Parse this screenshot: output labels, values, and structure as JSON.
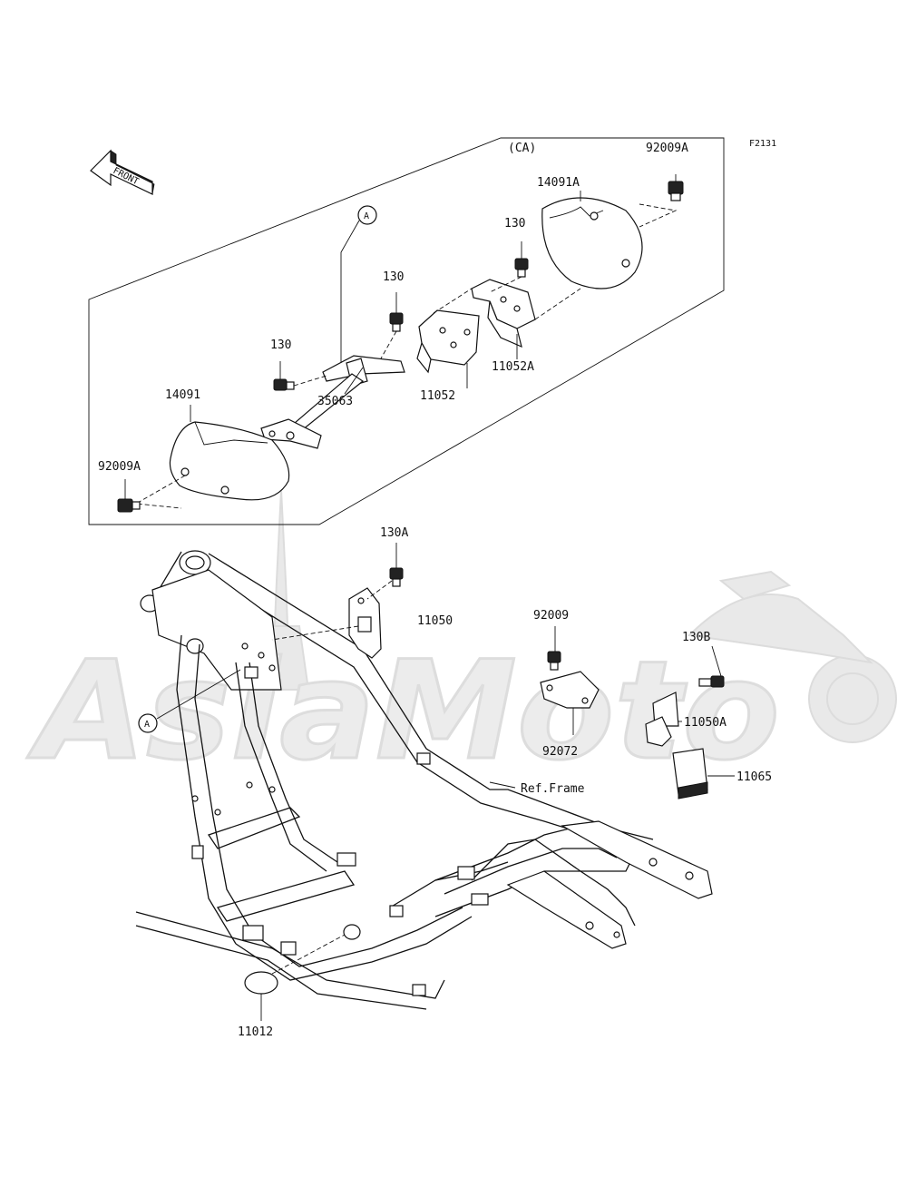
{
  "figure_code": "F2131",
  "front_label": "FRONT",
  "variant_label": "(CA)",
  "watermark": {
    "brand": "AsiaMoto"
  },
  "ref_marker": "A",
  "parts": {
    "p92009A_top": "92009A",
    "p14091A": "14091A",
    "p130_right": "130",
    "p130_mid": "130",
    "p130_left": "130",
    "p35063": "35063",
    "p11052": "11052",
    "p11052A": "11052A",
    "p14091": "14091",
    "p92009A_left": "92009A",
    "p130A": "130A",
    "p11050": "11050",
    "p92009": "92009",
    "p92072": "92072",
    "p130B": "130B",
    "p11050A": "11050A",
    "p11065": "11065",
    "ref_frame": "Ref.Frame",
    "p11012": "11012"
  }
}
